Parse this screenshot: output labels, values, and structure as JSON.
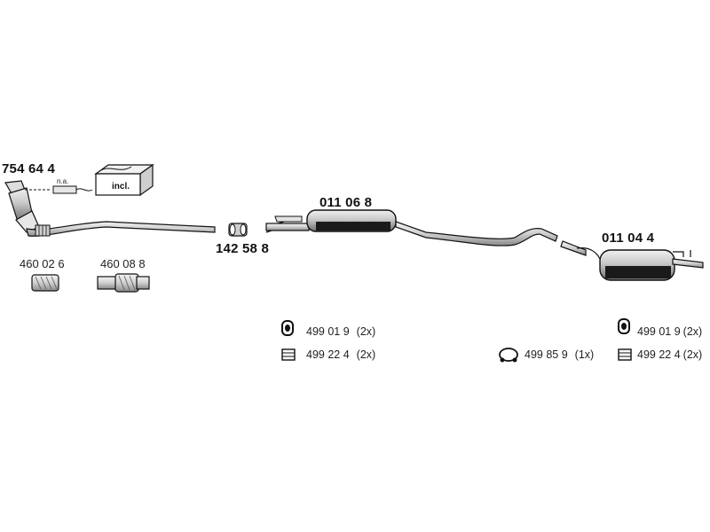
{
  "parts": {
    "catalyst": "754 64 4",
    "sensor_note": "n.a.",
    "kit_label": "incl.",
    "gasket_1": "460 02 6",
    "gasket_2": "460 08 8",
    "clamp": "142 58 8",
    "middle_silencer": "011 06 8",
    "rear_silencer": "011 04 4"
  },
  "legend": {
    "middle_rubber": {
      "code": "499 01 9",
      "qty": "(2x)",
      "icon": "rubber-mount-icon"
    },
    "middle_clamp": {
      "code": "499 22 4",
      "qty": "(2x)",
      "icon": "pipe-clamp-icon"
    },
    "rear_ring": {
      "code": "499 85 9",
      "qty": "(1x)",
      "icon": "rubber-ring-icon"
    },
    "rear_rubber": {
      "code": "499 01 9",
      "qty": "(2x)",
      "icon": "rubber-mount-icon"
    },
    "rear_clamp": {
      "code": "499 22 4",
      "qty": "(2x)",
      "icon": "pipe-clamp-icon"
    }
  },
  "colors": {
    "ink": "#111111",
    "metal": "#bdbdbd",
    "dark_band": "#1a1a1a"
  }
}
